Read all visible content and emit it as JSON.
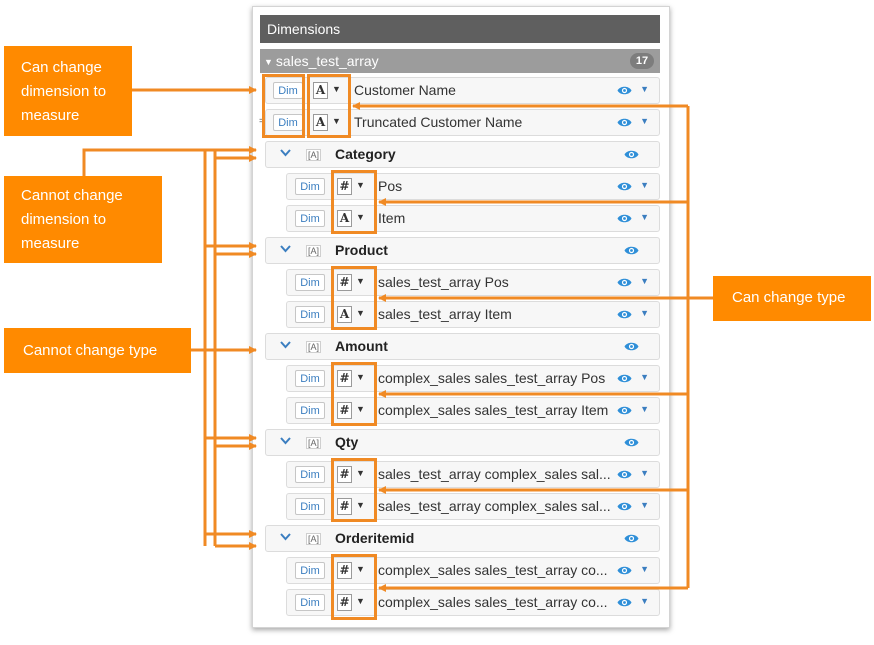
{
  "panel": {
    "title": "Dimensions",
    "group": {
      "name": "sales_test_array",
      "count": "17"
    }
  },
  "dim_label": "Dim",
  "rows": [
    {
      "name": "Customer Name",
      "type": "A"
    },
    {
      "name": "Truncated Customer Name",
      "type": "A",
      "prefix": "="
    }
  ],
  "groups": [
    {
      "name": "Category",
      "tag": "[A]",
      "children": [
        {
          "name": "Pos",
          "type": "#"
        },
        {
          "name": "Item",
          "type": "A"
        }
      ]
    },
    {
      "name": "Product",
      "tag": "[A]",
      "children": [
        {
          "name": "sales_test_array Pos",
          "type": "#"
        },
        {
          "name": "sales_test_array Item",
          "type": "A"
        }
      ]
    },
    {
      "name": "Amount",
      "tag": "[A]",
      "children": [
        {
          "name": "complex_sales sales_test_array Pos",
          "type": "#"
        },
        {
          "name": "complex_sales sales_test_array Item",
          "type": "#"
        }
      ]
    },
    {
      "name": "Qty",
      "tag": "[A]",
      "children": [
        {
          "name": "sales_test_array complex_sales sal...",
          "type": "#"
        },
        {
          "name": "sales_test_array complex_sales sal...",
          "type": "#"
        }
      ]
    },
    {
      "name": "Orderitemid",
      "tag": "[A]",
      "children": [
        {
          "name": "complex_sales sales_test_array co...",
          "type": "#"
        },
        {
          "name": "complex_sales sales_test_array co...",
          "type": "#"
        }
      ]
    }
  ],
  "callouts": {
    "can_change_dim": "Can change dimension to measure",
    "cannot_change_dim": "Cannot change dimension to measure",
    "cannot_change_type": "Cannot change type",
    "can_change_type": "Can change type"
  },
  "icons": {
    "eye": "eye-icon",
    "caret": "caret-down-icon",
    "chevron": "chevron-down-icon"
  },
  "colors": {
    "accent": "#ff8a00",
    "link": "#3b7ec0",
    "header": "#5f5f5f",
    "group": "#9c9c9c"
  }
}
